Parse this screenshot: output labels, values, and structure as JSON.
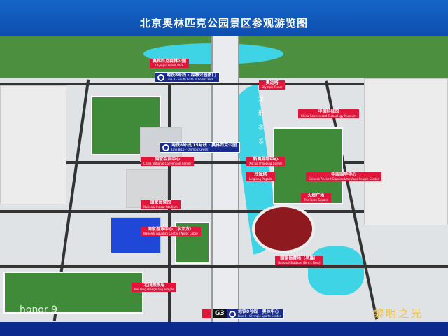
{
  "title": "北京奥林匹克公园景区参观游览图",
  "water_system_label": "龙形水系",
  "landmarks": [
    {
      "cn": "奥林匹克森林公园",
      "en": "Olympic Forest Park"
    },
    {
      "cn": "奥运塔",
      "en": "Olympic Tower"
    },
    {
      "cn": "中国科技馆",
      "en": "China Science and Technology Museum"
    },
    {
      "cn": "国家会议中心",
      "en": "China National Convention Center"
    },
    {
      "cn": "新奥购物中心",
      "en": "Xin'ao Shopping Center"
    },
    {
      "cn": "玲珑塔",
      "en": "Linglong Pagoda"
    },
    {
      "cn": "中国国学中心",
      "en": "Chinese Ancient Classics Literature Search Center"
    },
    {
      "cn": "国家体育馆",
      "en": "National Indoor Stadium"
    },
    {
      "cn": "火炬广场",
      "en": "The Torch Square"
    },
    {
      "cn": "国家游泳中心（水立方）",
      "en": "National Aquatics Center (Water Cube)"
    },
    {
      "cn": "国家体育场（鸟巢）",
      "en": "National Stadium (Bird's Nest)"
    },
    {
      "cn": "北顶娘娘庙",
      "en": "Bei Ding Niangniang Temple"
    }
  ],
  "metro": [
    {
      "cn": "地铁8号线 · 森林公园南门",
      "en": "Line 8 - South Gate of Forest Park"
    },
    {
      "cn": "地铁8号线/15号线 · 奥林匹克公园",
      "en": "Line 8/15 - Olympic Green"
    },
    {
      "cn": "地铁8号线 · 奥体中心",
      "en": "Line 8 - Olympic Sports Center"
    }
  ],
  "highway": "G3",
  "watermark": "黎明之光",
  "camera_watermark": "honor 9",
  "colors": {
    "label": "#e0163a",
    "metro": "#1a2d8f",
    "water": "#3fd3e6",
    "park": "#3f8b3a"
  }
}
